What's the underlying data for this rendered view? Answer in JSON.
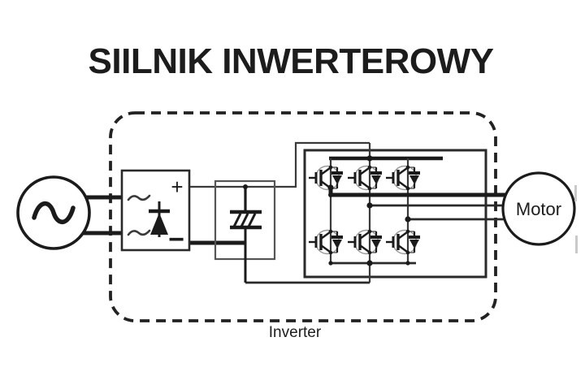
{
  "title": "SIILNIK INWERTEROWY",
  "diagram": {
    "inverter_label": "Inverter",
    "motor_label": "Motor",
    "ac_source": {
      "symbol_name": "sine-wave",
      "symbol": "~"
    },
    "rectifier": {
      "plus_label": "+",
      "minus_label": "−",
      "input_symbols": [
        "~",
        "~"
      ],
      "component": "diode"
    },
    "dc_link": {
      "component": "capacitor"
    },
    "bridge": {
      "component": "igbt",
      "igbt_count": 6,
      "phase_outputs": 3
    }
  },
  "colors": {
    "line": "#1b1b1b",
    "thin_line": "#3a3a3a",
    "cell_outline_gray": "#9a9a9a",
    "title_text": "#1c1c1c",
    "motor_text": "#3d5166",
    "inverter_label_text": "#3f3f3f",
    "plus_label_text": "#555555",
    "background": "#ffffff"
  }
}
